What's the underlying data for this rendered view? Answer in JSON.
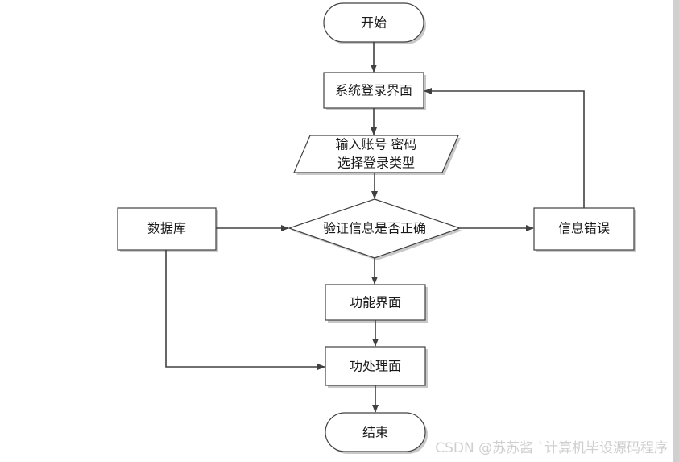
{
  "diagram": {
    "nodes": {
      "start": "开始",
      "login": "系统登录界面",
      "input_line1": "输入账号 密码",
      "input_line2": "选择登录类型",
      "database": "数据库",
      "verify": "验证信息是否正确",
      "error": "信息错误",
      "function": "功能界面",
      "process": "功处理面",
      "end": "结束"
    }
  },
  "watermark": "CSDN @苏苏酱    ˋ计算机毕设源码程序",
  "colors": {
    "stroke": "#404040",
    "fill": "#ffffff",
    "text": "#1a1a1a",
    "shadow": "#c8c8c8"
  }
}
